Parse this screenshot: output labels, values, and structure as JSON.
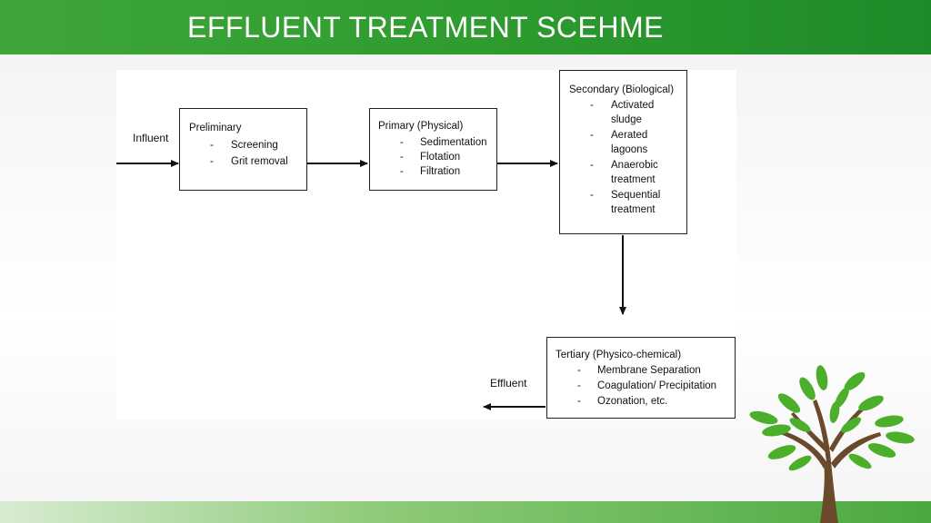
{
  "header": {
    "title": "EFFLUENT TREATMENT SCEHME"
  },
  "diagram": {
    "influent_label": "Influent",
    "effluent_label": "Effluent",
    "preliminary": {
      "title": "Preliminary",
      "items": [
        "Screening",
        "Grit removal"
      ]
    },
    "primary": {
      "title": "Primary (Physical)",
      "items": [
        "Sedimentation",
        "Flotation",
        "Filtration"
      ]
    },
    "secondary": {
      "title": "Secondary (Biological)",
      "items": [
        [
          "Activated",
          "sludge"
        ],
        [
          "Aerated",
          "lagoons"
        ],
        [
          "Anaerobic",
          "treatment"
        ],
        [
          "Sequential",
          "treatment"
        ]
      ]
    },
    "tertiary": {
      "title": "Tertiary (Physico-chemical)",
      "items": [
        "Membrane Separation",
        "Coagulation/ Precipitation",
        "Ozonation, etc."
      ]
    },
    "bullet": "-"
  },
  "colors": {
    "header_green": "#2f9c2f",
    "leaf_green": "#4caf2a",
    "trunk_brown": "#6b4a2b"
  },
  "decoration": {
    "icon": "tree-icon"
  }
}
